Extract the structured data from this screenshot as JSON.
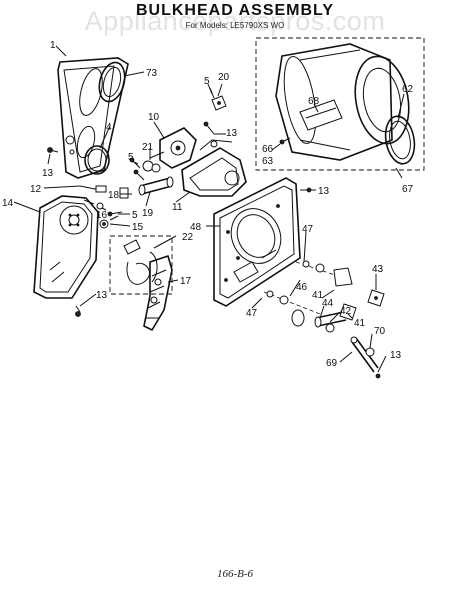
{
  "header": {
    "title": "BULKHEAD ASSEMBLY",
    "watermark": "Appliancepartspros.com",
    "subtitle": "For Models: LE5790XS WO"
  },
  "footer": {
    "code": "166-B-6"
  },
  "callouts": [
    "1",
    "73",
    "4",
    "13",
    "5",
    "20",
    "10",
    "13",
    "21",
    "5",
    "12",
    "16",
    "18",
    "19",
    "11",
    "14",
    "5",
    "15",
    "22",
    "13",
    "17",
    "62",
    "68",
    "66",
    "63",
    "67",
    "13",
    "48",
    "47",
    "43",
    "46",
    "41",
    "44",
    "42",
    "41",
    "47",
    "70",
    "69",
    "13"
  ]
}
